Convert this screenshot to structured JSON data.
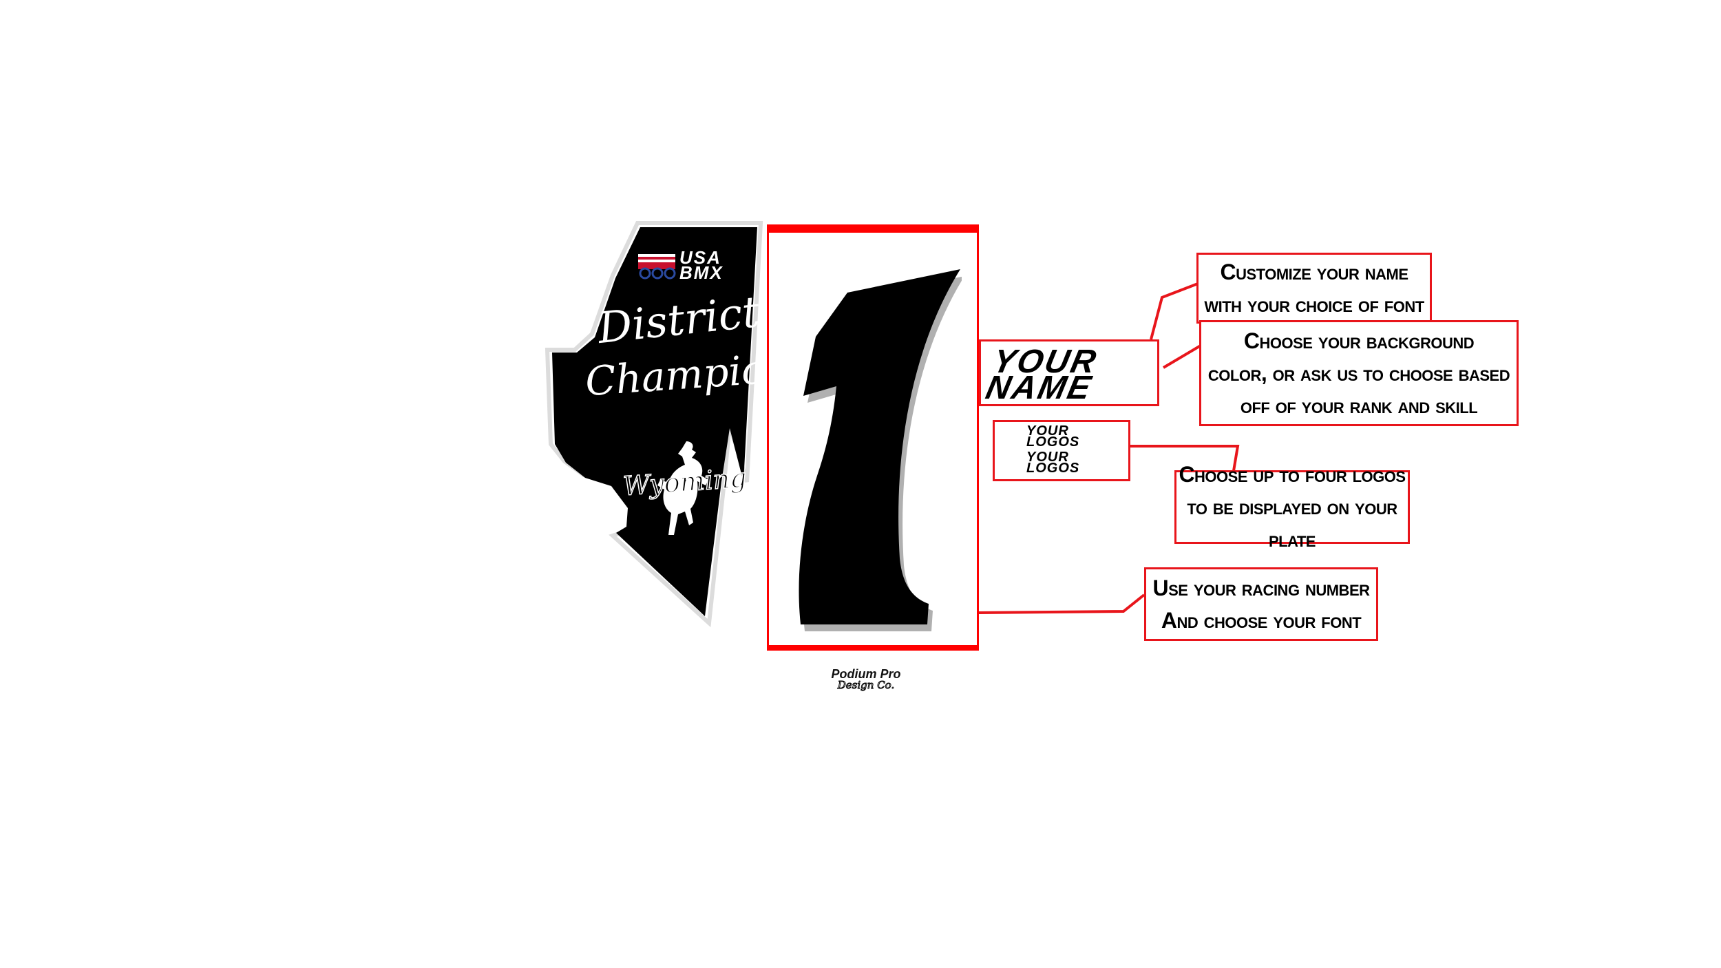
{
  "side_panel": {
    "org_logo_line1": "USA",
    "org_logo_line2": "BMX",
    "title_line1": "District",
    "title_line2": "Champion",
    "state_text": "Wyoming"
  },
  "number_plate": {
    "number": "1",
    "accent_color": "#ff0000"
  },
  "name_box": {
    "line1": "YOUR",
    "line2": "NAME"
  },
  "logos_box": {
    "logo1_line1": "YOUR",
    "logo1_line2": "LOGOS",
    "logo2_line1": "YOUR",
    "logo2_line2": "LOGOS"
  },
  "callouts": {
    "name": {
      "line1": "Customize your name",
      "line2": "with your choice of font"
    },
    "background": {
      "line1": "Choose your background",
      "line2": "color, or ask us to choose based",
      "line3": "off of your rank and skill"
    },
    "logos": {
      "line1": "Choose up to four logos",
      "line2": "to be displayed on your plate"
    },
    "number": {
      "line1": "Use your racing number",
      "line2": "And choose your font"
    }
  },
  "brand": {
    "line1": "Podium Pro",
    "line2": "Design Co."
  },
  "colors": {
    "callout_border": "#e8151b",
    "plate_bg": "#000000"
  }
}
